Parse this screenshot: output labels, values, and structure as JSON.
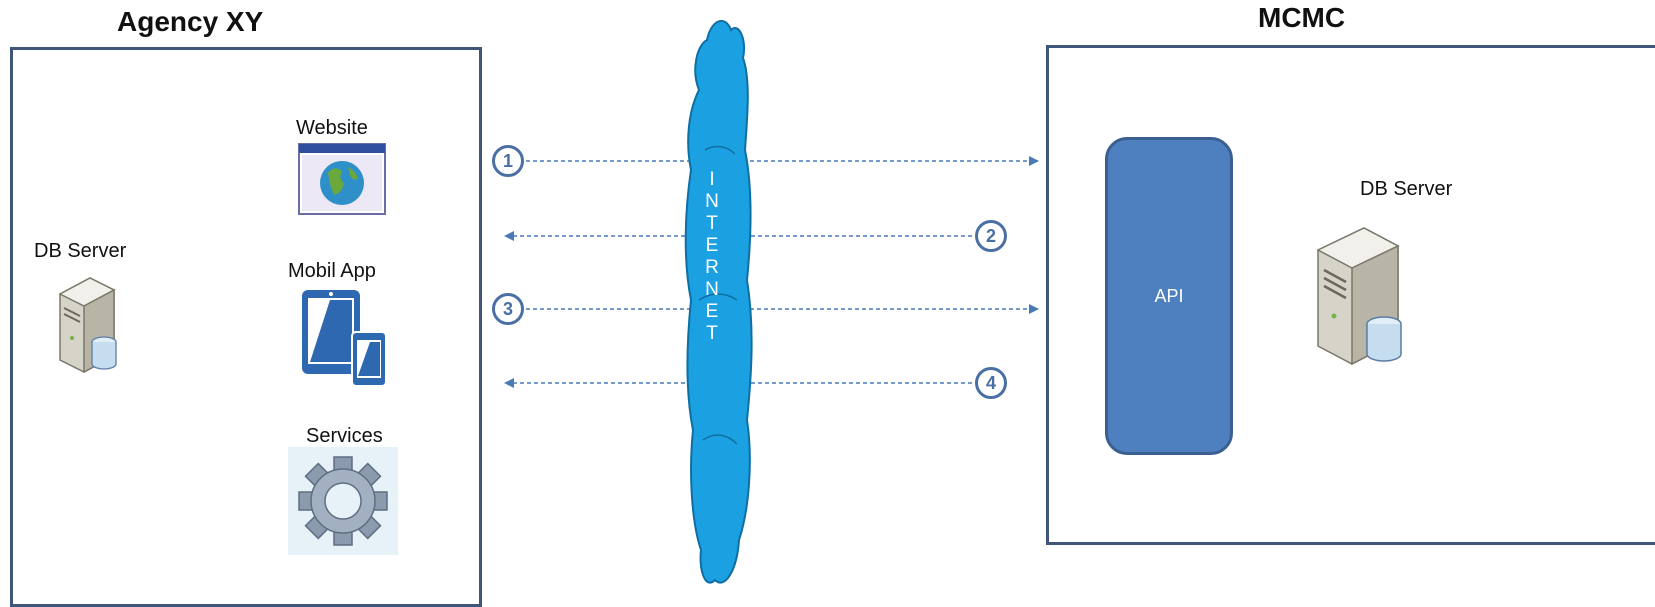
{
  "agency": {
    "title": "Agency XY",
    "db_server_label": "DB Server",
    "website_label": "Website",
    "mobile_label": "Mobil App",
    "services_label": "Services"
  },
  "internet": {
    "letters": [
      "I",
      "N",
      "T",
      "E",
      "R",
      "N",
      "E",
      "T"
    ]
  },
  "mcmc": {
    "title": "MCMC",
    "api_label": "API",
    "db_server_label": "DB Server"
  },
  "steps": [
    "1",
    "2",
    "3",
    "4"
  ],
  "colors": {
    "box_border": "#3f557a",
    "arrow": "#4a7ab5",
    "cloud": "#1ba1e2",
    "api_fill": "#4e7fbf"
  }
}
